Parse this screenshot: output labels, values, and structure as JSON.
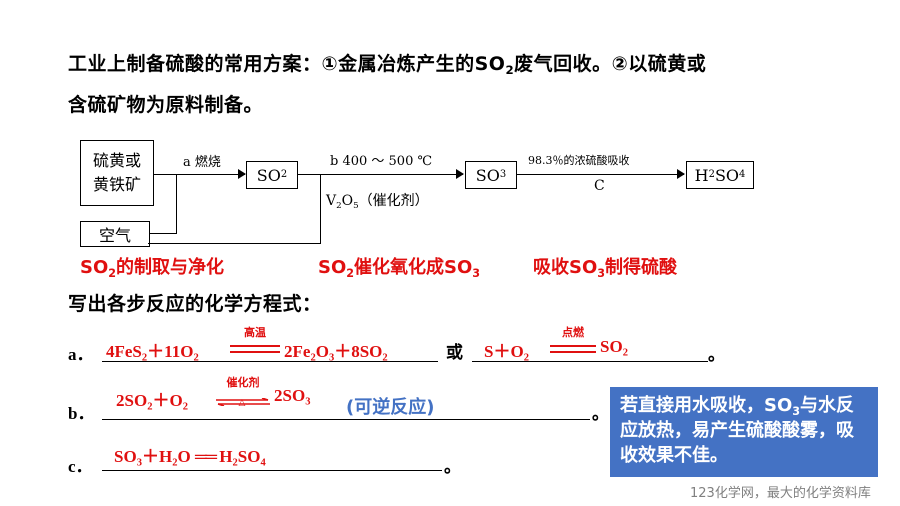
{
  "intro": {
    "line1_a": "工业上制备硫酸的常用方案：①金属冶炼产生的SO",
    "line1_sub": "2",
    "line1_b": "废气回收。②以硫黄或",
    "line2": "含硫矿物为原料制备。"
  },
  "diagram": {
    "box_raw1": "硫黄或",
    "box_raw2": "黄铁矿",
    "box_air": "空气",
    "step_a": "a 燃烧",
    "box_so2": "SO2",
    "step_b": "b 400 ～ 500 ℃",
    "catalyst": "V2O5 (催化剂)",
    "box_so3": "SO3",
    "step_c_top": "98.3％的浓硫酸吸收",
    "step_c": "C",
    "box_h2so4": "H2SO4"
  },
  "stages": {
    "s1_a": "SO",
    "s1_sub": "2",
    "s1_b": "的制取与净化",
    "s2_a": "SO",
    "s2_sub": "2",
    "s2_b": "催化氧化成SO",
    "s2_sub2": "3",
    "s3_a": "吸收SO",
    "s3_sub": "3",
    "s3_b": "制得硫酸"
  },
  "question": "写出各步反应的化学方程式：",
  "answers": {
    "a_label": "a．",
    "a_eq1_left": "4FeS2＋11O2",
    "a_eq1_cond": "高温",
    "a_eq1_right": "2Fe2O3＋8SO2",
    "a_or": "或",
    "a_eq2_left": "S＋O2",
    "a_eq2_cond": "点燃",
    "a_eq2_right": "SO2",
    "a_end": "。",
    "b_label": "b．",
    "b_eq_left": "2SO2＋O2",
    "b_eq_cond": "催化剂",
    "b_eq_cond2": "△",
    "b_eq_right": "2SO3",
    "b_note": "(可逆反应)",
    "b_end": "。",
    "c_label": "c．",
    "c_eq": "SO3＋H2O ══ H2SO4",
    "c_end": "。"
  },
  "note_box": {
    "text": "若直接用水吸收，SO3与水反应放热，易产生硫酸酸雾，吸收效果不佳。"
  },
  "footer": "123化学网，最大的化学资料库",
  "colors": {
    "answer": "#e01010",
    "note_bg": "#4472c4",
    "reversible": "#4472c4"
  }
}
